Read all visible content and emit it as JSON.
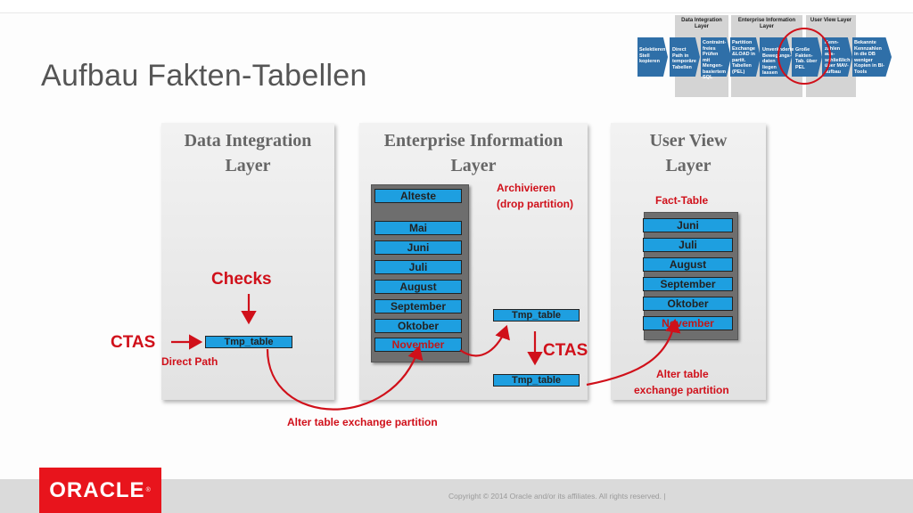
{
  "slide": {
    "title": "Aufbau Fakten-Tabellen",
    "copyright": "Copyright © 2014 Oracle and/or its affiliates. All rights reserved.  |",
    "logo": "ORACLE",
    "logo_mark": "®"
  },
  "layers": {
    "dil": {
      "line1": "Data  Integration",
      "line2": "Layer"
    },
    "eil": {
      "line1": "Enterprise Information",
      "line2": "Layer"
    },
    "uvl": {
      "line1": "User View",
      "line2": "Layer"
    }
  },
  "eil_stack": [
    "Alteste",
    "Mai",
    "Juni",
    "Juli",
    "August",
    "September",
    "Oktober",
    "November"
  ],
  "uvl_stack": [
    "Juni",
    "Juli",
    "August",
    "September",
    "Oktober",
    "November"
  ],
  "boxes": {
    "dil_tmp": "Tmp_table",
    "eil_tmp1": "Tmp_table",
    "eil_tmp2": "Tmp_table"
  },
  "labels": {
    "checks": "Checks",
    "ctas_left": "CTAS",
    "direct_path": "Direct Path",
    "archive1": "Archivieren",
    "archive2": "(drop partition)",
    "ctas_mid": "CTAS",
    "fact_table": "Fact-Table",
    "alter_bottom": "Alter table exchange partition",
    "alter_right1": "Alter table",
    "alter_right2": "exchange partition"
  },
  "thumbnail": {
    "headers": [
      "Data  Integration Layer",
      "Enterprise Information Layer",
      "User View Layer"
    ],
    "steps": [
      "Selektieren Stell kopieren",
      "Direct Path in temporäre Tabellen",
      "Contraint-freies Prüfen mit Mengen-basiertem SQL",
      "Partition Exchange &LOAD in partit. Tabellen (PEL)",
      "Unveränderte Bewegungs-daten liegen lassen",
      "Große Fakten-Tab. über PEL",
      "Kenn-zahlen aus-schließlich über MAV-aufbau",
      "Bekannte Kennzahlen in die DB weniger Kopien in BI-Tools"
    ]
  },
  "colors": {
    "accent_red": "#d0101a",
    "oracle_red": "#e8141c",
    "month_blue": "#1e9fe0",
    "stack_gray": "#6e6e6e"
  }
}
